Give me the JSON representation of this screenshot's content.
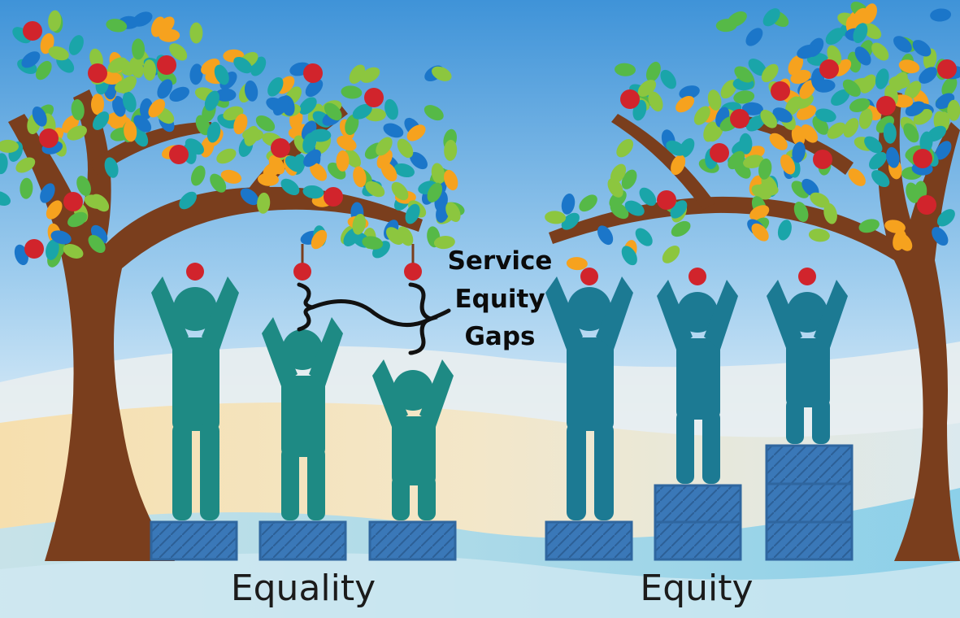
{
  "labels": {
    "equality": "Equality",
    "equity": "Equity",
    "gap_line1": "Service",
    "gap_line2": "Equity",
    "gap_line3": "Gaps"
  },
  "colors": {
    "sky_top": "#3f93d8",
    "sky_bottom": "#eaf4fb",
    "trunk": "#7a3e1d",
    "apple": "#d1242c",
    "person_equality": "#1e8a84",
    "person_equity": "#1c7a93",
    "crate": "#3a78b8",
    "leaf_colors": [
      "#8cc63f",
      "#1b76c9",
      "#f6a21e",
      "#1aa5a9",
      "#56b947"
    ]
  }
}
